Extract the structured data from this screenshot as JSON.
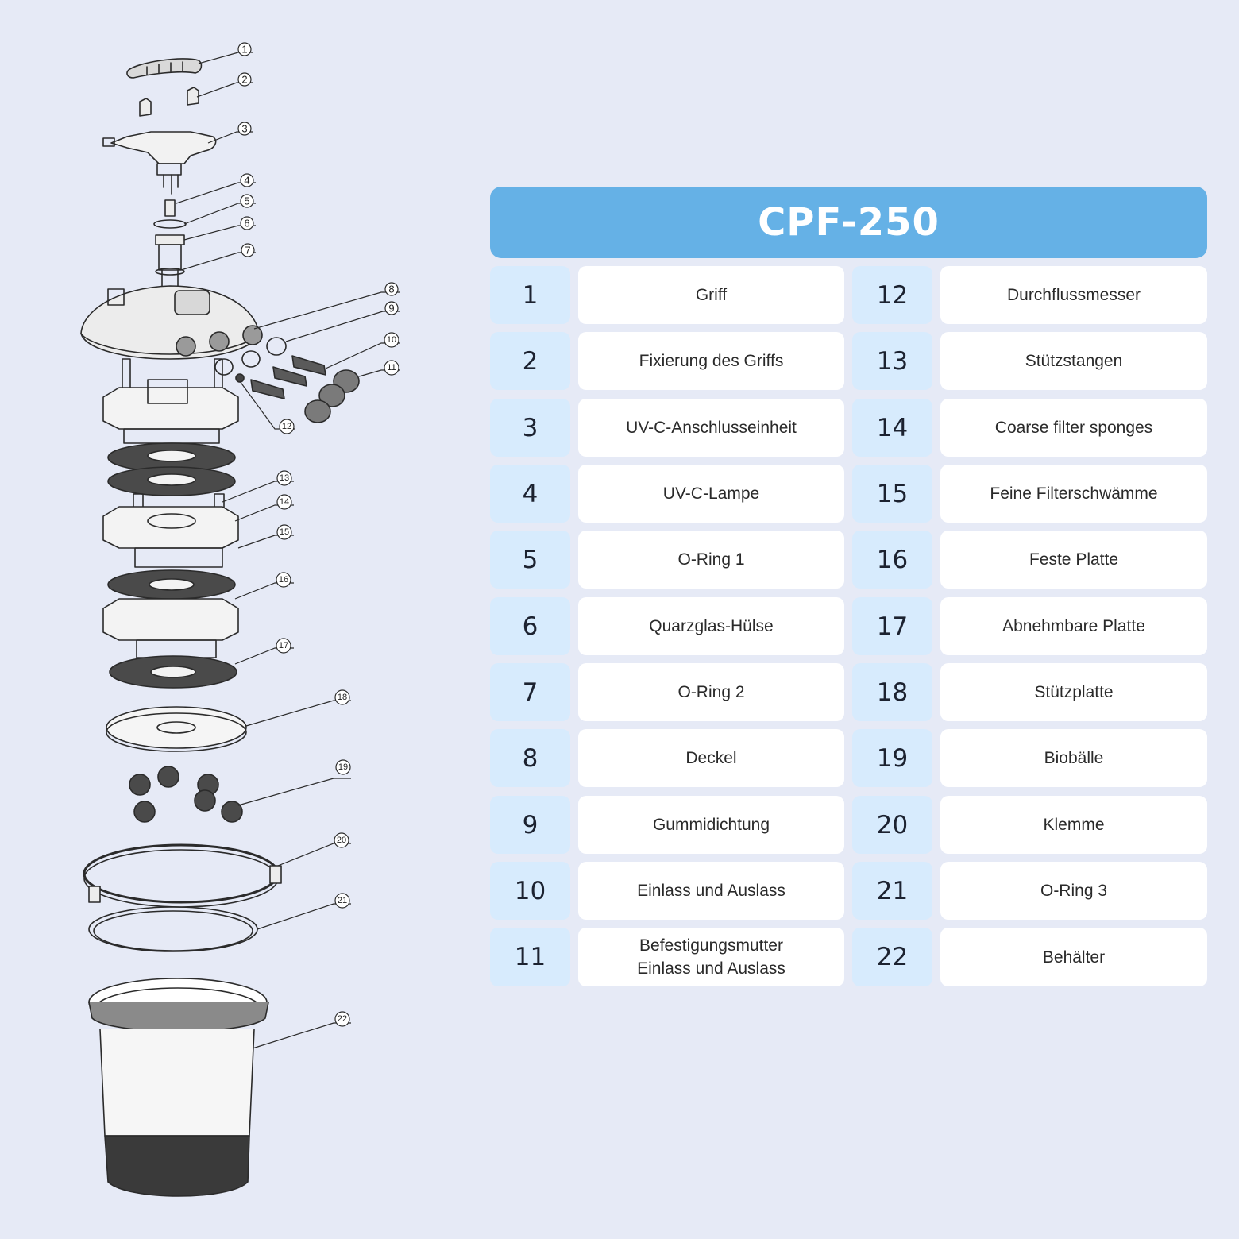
{
  "title": "CPF-250",
  "colors": {
    "background": "#e6eaf6",
    "title_bar": "#65b1e6",
    "number_cell": "#d7ebfd",
    "name_cell": "#ffffff",
    "line_art": "#2b2b2b"
  },
  "diagram": {
    "callouts": [
      "1",
      "2",
      "3",
      "4",
      "5",
      "6",
      "7",
      "8",
      "9",
      "10",
      "11",
      "12",
      "13",
      "14",
      "15",
      "16",
      "17",
      "18",
      "19",
      "20",
      "21",
      "22"
    ]
  },
  "parts": [
    {
      "num": "1",
      "name": "Griff"
    },
    {
      "num": "2",
      "name": "Fixierung des Griffs"
    },
    {
      "num": "3",
      "name": "UV-C-Anschlusseinheit"
    },
    {
      "num": "4",
      "name": "UV-C-Lampe"
    },
    {
      "num": "5",
      "name": "O-Ring 1"
    },
    {
      "num": "6",
      "name": "Quarzglas-Hülse"
    },
    {
      "num": "7",
      "name": "O-Ring 2"
    },
    {
      "num": "8",
      "name": "Deckel"
    },
    {
      "num": "9",
      "name": "Gummidichtung"
    },
    {
      "num": "10",
      "name": "Einlass und Auslass"
    },
    {
      "num": "11",
      "name": "Befestigungsmutter\nEinlass und Auslass"
    },
    {
      "num": "12",
      "name": "Durchflussmesser"
    },
    {
      "num": "13",
      "name": "Stützstangen"
    },
    {
      "num": "14",
      "name": "Coarse filter sponges"
    },
    {
      "num": "15",
      "name": "Feine Filterschwämme"
    },
    {
      "num": "16",
      "name": "Feste Platte"
    },
    {
      "num": "17",
      "name": "Abnehmbare Platte"
    },
    {
      "num": "18",
      "name": "Stützplatte"
    },
    {
      "num": "19",
      "name": "Biobälle"
    },
    {
      "num": "20",
      "name": "Klemme"
    },
    {
      "num": "21",
      "name": "O-Ring 3"
    },
    {
      "num": "22",
      "name": "Behälter"
    }
  ]
}
